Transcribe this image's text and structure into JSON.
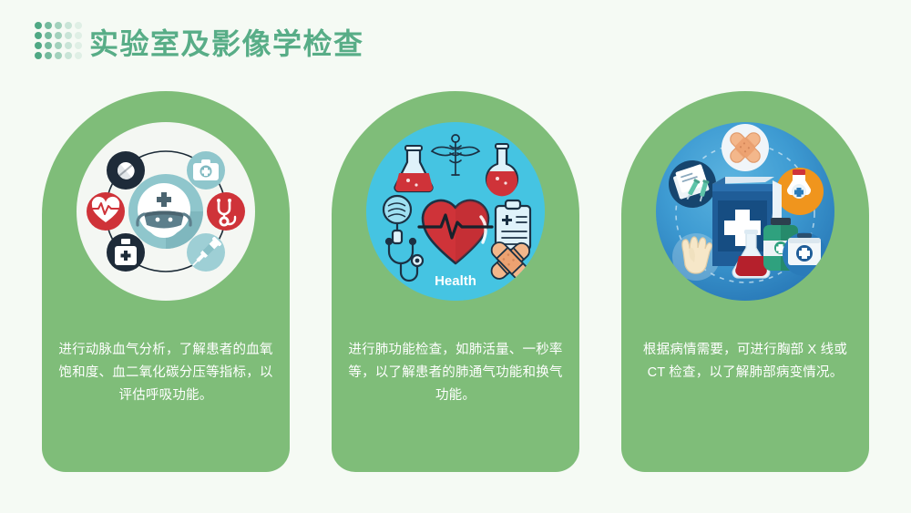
{
  "slide": {
    "title": "实验室及影像学检查",
    "background_color": "#f5faf4",
    "title_color": "#58ad87",
    "card_color": "#7fbd79",
    "dot_grid": {
      "name": "dot-grid-decoration",
      "rows": 4,
      "columns": 5,
      "color": "#4fa884"
    }
  },
  "cards": [
    {
      "id": "card-1",
      "icon_name": "medical-circle-icons-illustration",
      "icon_background": "#f4f7f3",
      "icon_parts": [
        "pill-capsule-icon",
        "first-aid-kit-icon",
        "stethoscope-icon",
        "syringe-icon",
        "medicine-bottle-icon",
        "heart-ecg-icon",
        "nurse-with-mask-icon"
      ],
      "text": "进行动脉血气分析，了解患者的血氧饱和度、血二氧化碳分压等指标，以评估呼吸功能。"
    },
    {
      "id": "card-2",
      "icon_name": "health-heart-illustration",
      "icon_background": "#45c4e2",
      "icon_label": "Health",
      "icon_parts": [
        "caduceus-icon",
        "erlenmeyer-flask-icon",
        "round-flask-icon",
        "magnifier-icon",
        "clipboard-icon",
        "stethoscope-icon",
        "bandage-cross-icon",
        "heart-ecg-icon"
      ],
      "text": "进行肺功能检查，如肺活量、一秒率等，以了解患者的肺通气功能和换气功能。"
    },
    {
      "id": "card-3",
      "icon_name": "medical-book-supplies-illustration",
      "icon_background": "#3e9bd2",
      "icon_parts": [
        "medical-book-icon",
        "flask-icon",
        "vaccine-bottle-icon",
        "spray-bottle-icon",
        "first-aid-kit-icon",
        "gloves-icon",
        "bandage-cross-icon",
        "prescription-icon"
      ],
      "text": "根据病情需要，可进行胸部 X 线或 CT 检查，以了解肺部病变情况。"
    }
  ]
}
